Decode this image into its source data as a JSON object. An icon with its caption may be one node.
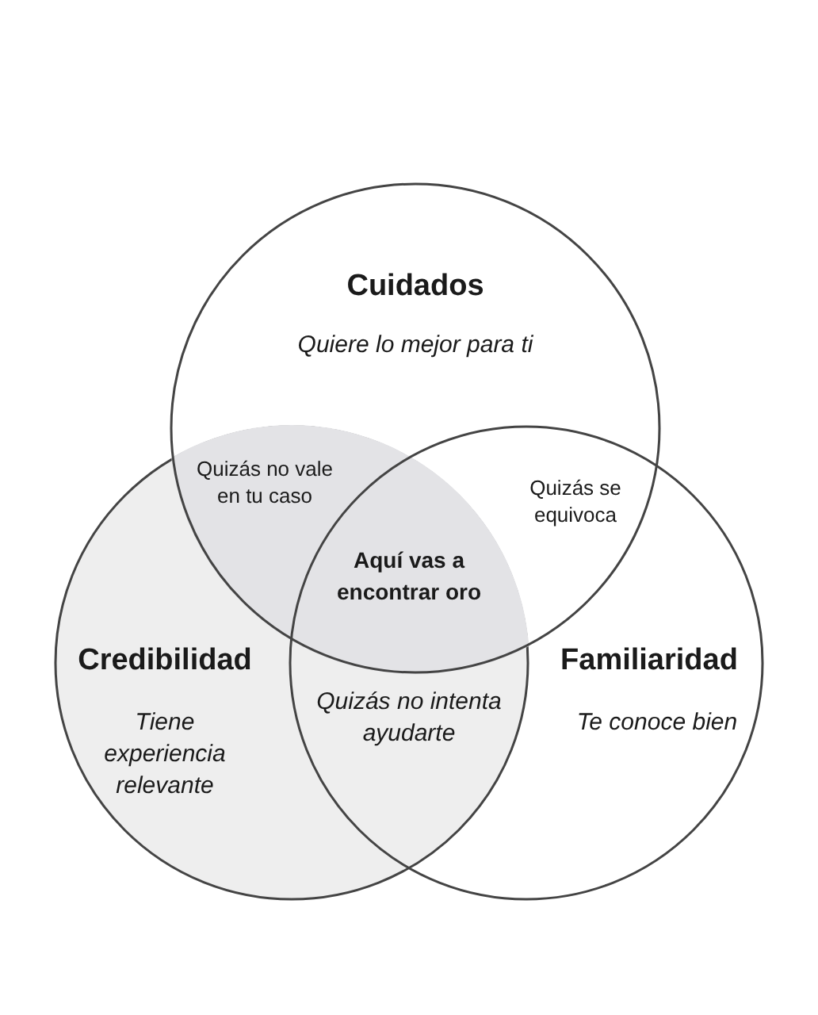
{
  "diagram": {
    "nodes": [
      {
        "text": [
          "Cuidados",
          "Quiere lo mejor para ti"
        ]
      },
      {
        "text": [
          "Credibilidad",
          "Tiene experiencia relevante"
        ]
      },
      {
        "text": [
          "Familiaridad",
          "Te conoce bien"
        ]
      }
    ],
    "labels": [
      "Quizás no vale en tu caso",
      "Quizás se equivoca",
      "Aquí vas a encontrar oro",
      "Quizás no intenta ayudarte"
    ]
  }
}
